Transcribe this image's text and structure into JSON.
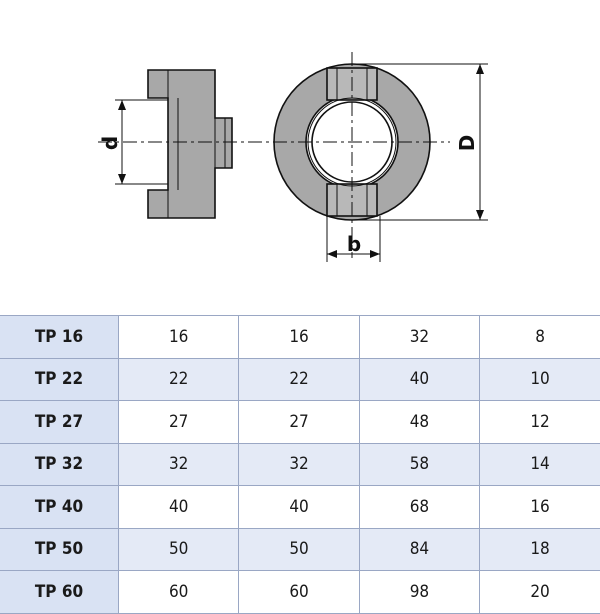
{
  "drawing": {
    "dimension_labels": {
      "d": "d",
      "D": "D",
      "b": "b"
    }
  },
  "table": {
    "rows": [
      {
        "name": "TP 16",
        "values": [
          "16",
          "16",
          "32",
          "8"
        ]
      },
      {
        "name": "TP 22",
        "values": [
          "22",
          "22",
          "40",
          "10"
        ]
      },
      {
        "name": "TP 27",
        "values": [
          "27",
          "27",
          "48",
          "12"
        ]
      },
      {
        "name": "TP 32",
        "values": [
          "32",
          "32",
          "58",
          "14"
        ]
      },
      {
        "name": "TP 40",
        "values": [
          "40",
          "40",
          "68",
          "16"
        ]
      },
      {
        "name": "TP 50",
        "values": [
          "50",
          "50",
          "84",
          "18"
        ]
      },
      {
        "name": "TP 60",
        "values": [
          "60",
          "60",
          "98",
          "20"
        ]
      }
    ]
  }
}
